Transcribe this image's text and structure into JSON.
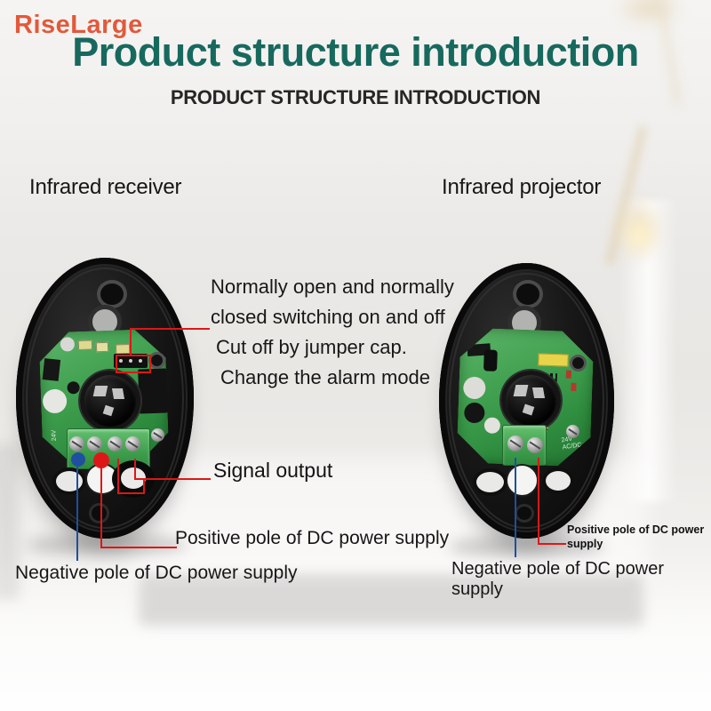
{
  "brand": {
    "logo": "RiseLarge"
  },
  "header": {
    "title": "Product structure introduction",
    "subtitle": "PRODUCT STRUCTURE INTRODUCTION"
  },
  "devices": {
    "left": {
      "label": "Infrared receiver"
    },
    "right": {
      "label": "Infrared projector"
    }
  },
  "annotations": {
    "jumper_note_lines": [
      "Normally open and normally",
      "closed switching on and off",
      "Cut off by jumper cap.",
      "Change the alarm mode"
    ],
    "signal_output": "Signal output",
    "positive_left": "Positive pole of DC power supply",
    "negative_left": "Negative pole of DC power supply",
    "positive_right_line1": "Positive pole of DC power",
    "positive_right_line2": "supply",
    "negative_right": "Negative pole of DC power supply"
  },
  "pcb_markings": {
    "voltage": "24V",
    "acdc": "AC/DC"
  },
  "colors": {
    "logo_orange": "#e2593b",
    "title_teal": "#17695e",
    "callout_red": "#dd1717",
    "callout_blue": "#1f4fa0",
    "pcb_green": "#3d9e4d"
  }
}
